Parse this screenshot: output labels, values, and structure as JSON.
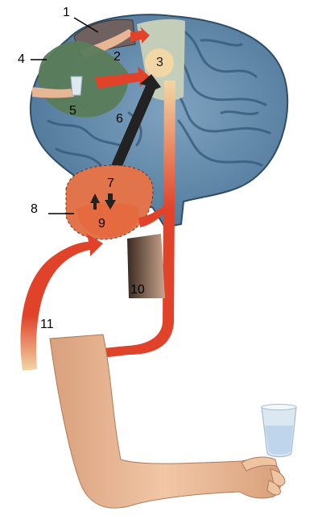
{
  "labels": {
    "l1": "1",
    "l2": "2",
    "l3": "3",
    "l4": "4",
    "l5": "5",
    "l6": "6",
    "l7": "7",
    "l8": "8",
    "l9": "9",
    "l10": "10",
    "l11": "11"
  },
  "colors": {
    "brain": "#6f96b4",
    "brain_dark": "#3d6384",
    "visual_area": "#5f7f5c",
    "motor_area": "#c9d1b8",
    "area3": "#f2d7a6",
    "limbic": "#e2744c",
    "arrow_red": "#e0432a",
    "arrow_dark": "#222222",
    "skin": "#e8b896",
    "skin_dark": "#c88c6a",
    "glass": "#c9ddef"
  },
  "icons": {
    "glass": "drinking-glass-icon",
    "hand": "hand-icon"
  }
}
